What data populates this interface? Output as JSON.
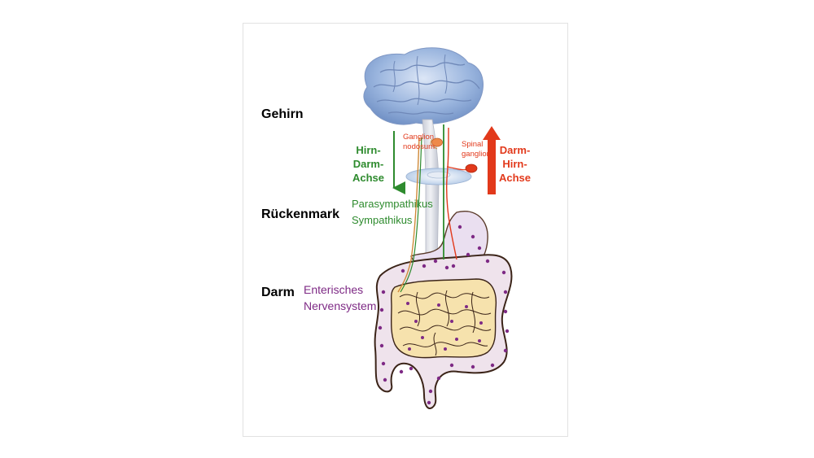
{
  "levels": {
    "brain": "Gehirn",
    "spinal_cord": "Rückenmark",
    "gut": "Darm"
  },
  "axes": {
    "brain_gut": [
      "Hirn-",
      "Darm-",
      "Achse"
    ],
    "gut_brain": [
      "Darm-",
      "Hirn-",
      "Achse"
    ]
  },
  "ganglia": {
    "nodosum": [
      "Ganglion",
      "nodosum"
    ],
    "spinal": [
      "Spinal",
      "ganglion"
    ]
  },
  "pathways": {
    "parasympathetic": "Parasympathikus",
    "sympathetic": "Sympathikus"
  },
  "enteric": [
    "Enterisches",
    "Nervensystem"
  ],
  "colors": {
    "green": "#2e8b2e",
    "red": "#e2391b",
    "purple": "#7e2a85",
    "brain": "#8faedb",
    "intestine": "#f6e2ad"
  }
}
